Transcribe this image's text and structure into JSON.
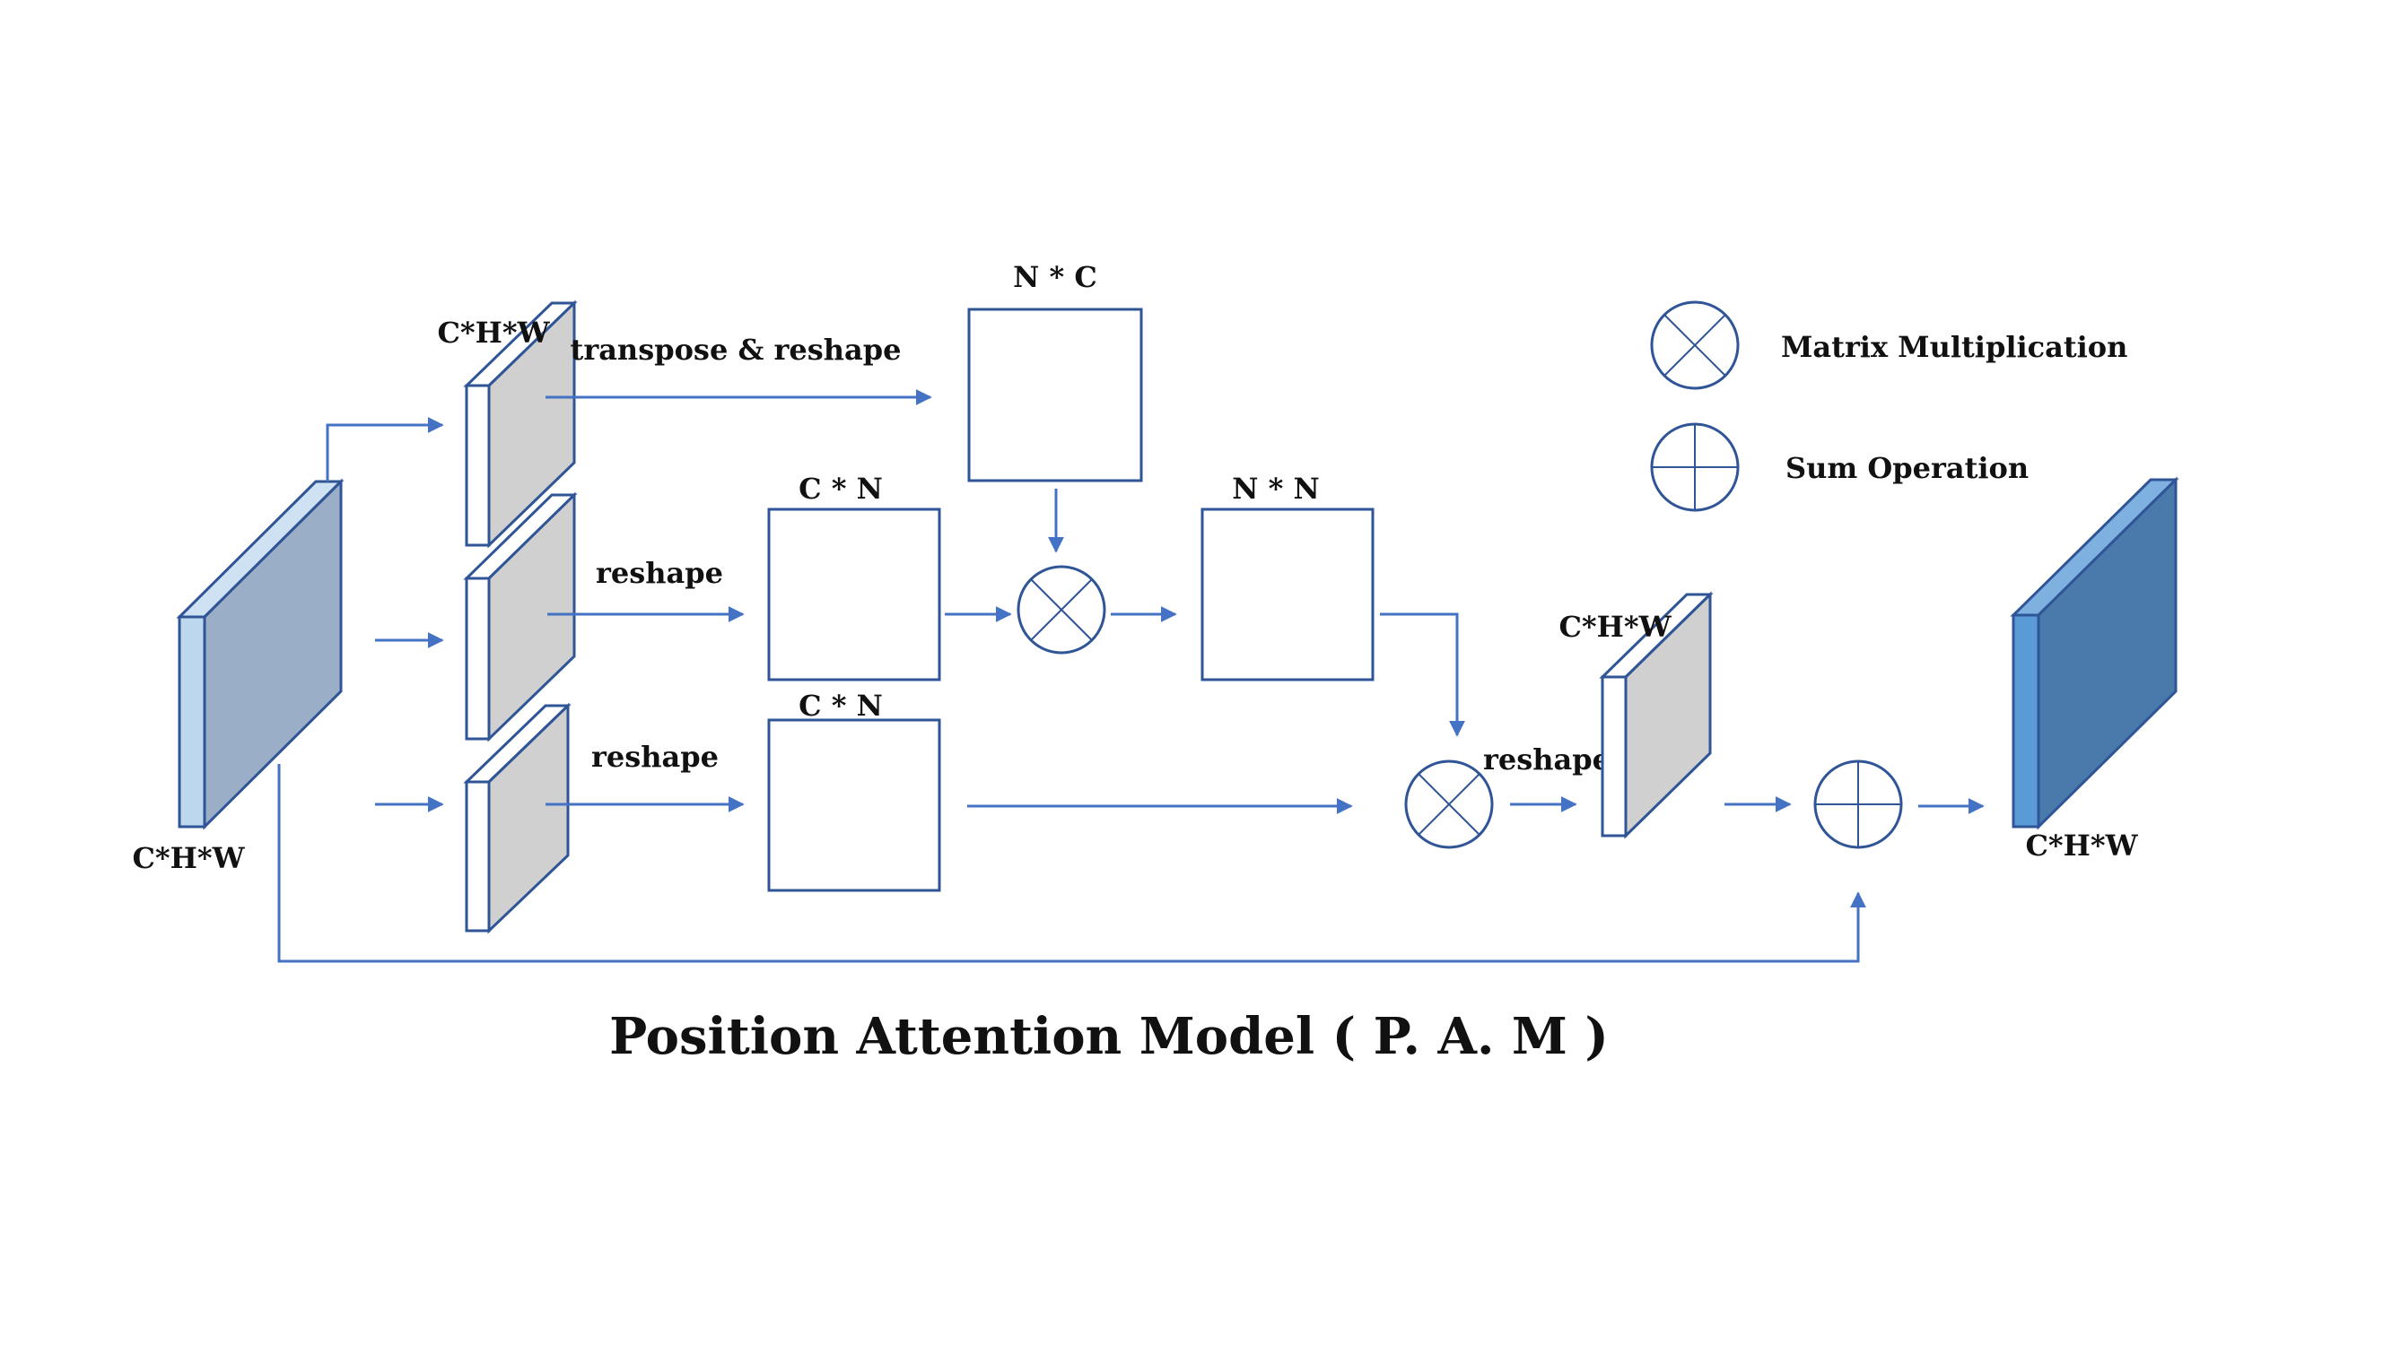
{
  "labels": {
    "input_shape": "C*H*W",
    "branch1_shape": "C*H*W",
    "transpose_reshape": "transpose & reshape",
    "reshape_1": "reshape",
    "reshape_2": "reshape",
    "nc": "N * C",
    "cn_1": "C * N",
    "cn_2": "C * N",
    "nn": "N * N",
    "reshape_3": "reshape",
    "mid_shape": "C*H*W",
    "output_shape": "C*H*W"
  },
  "legend": {
    "matrix_multiplication": "Matrix Multiplication",
    "sum_operation": "Sum Operation"
  },
  "title": "Position Attention Model ( P. A. M )",
  "colors": {
    "arrow": "#4472C4",
    "outline": "#2F5597",
    "input_front": "#BDD7EE",
    "input_side": "#9AAFC7",
    "output_front": "#5B9BD5",
    "output_side": "#4A7AAB",
    "feature_side": "#D0D0D0"
  }
}
